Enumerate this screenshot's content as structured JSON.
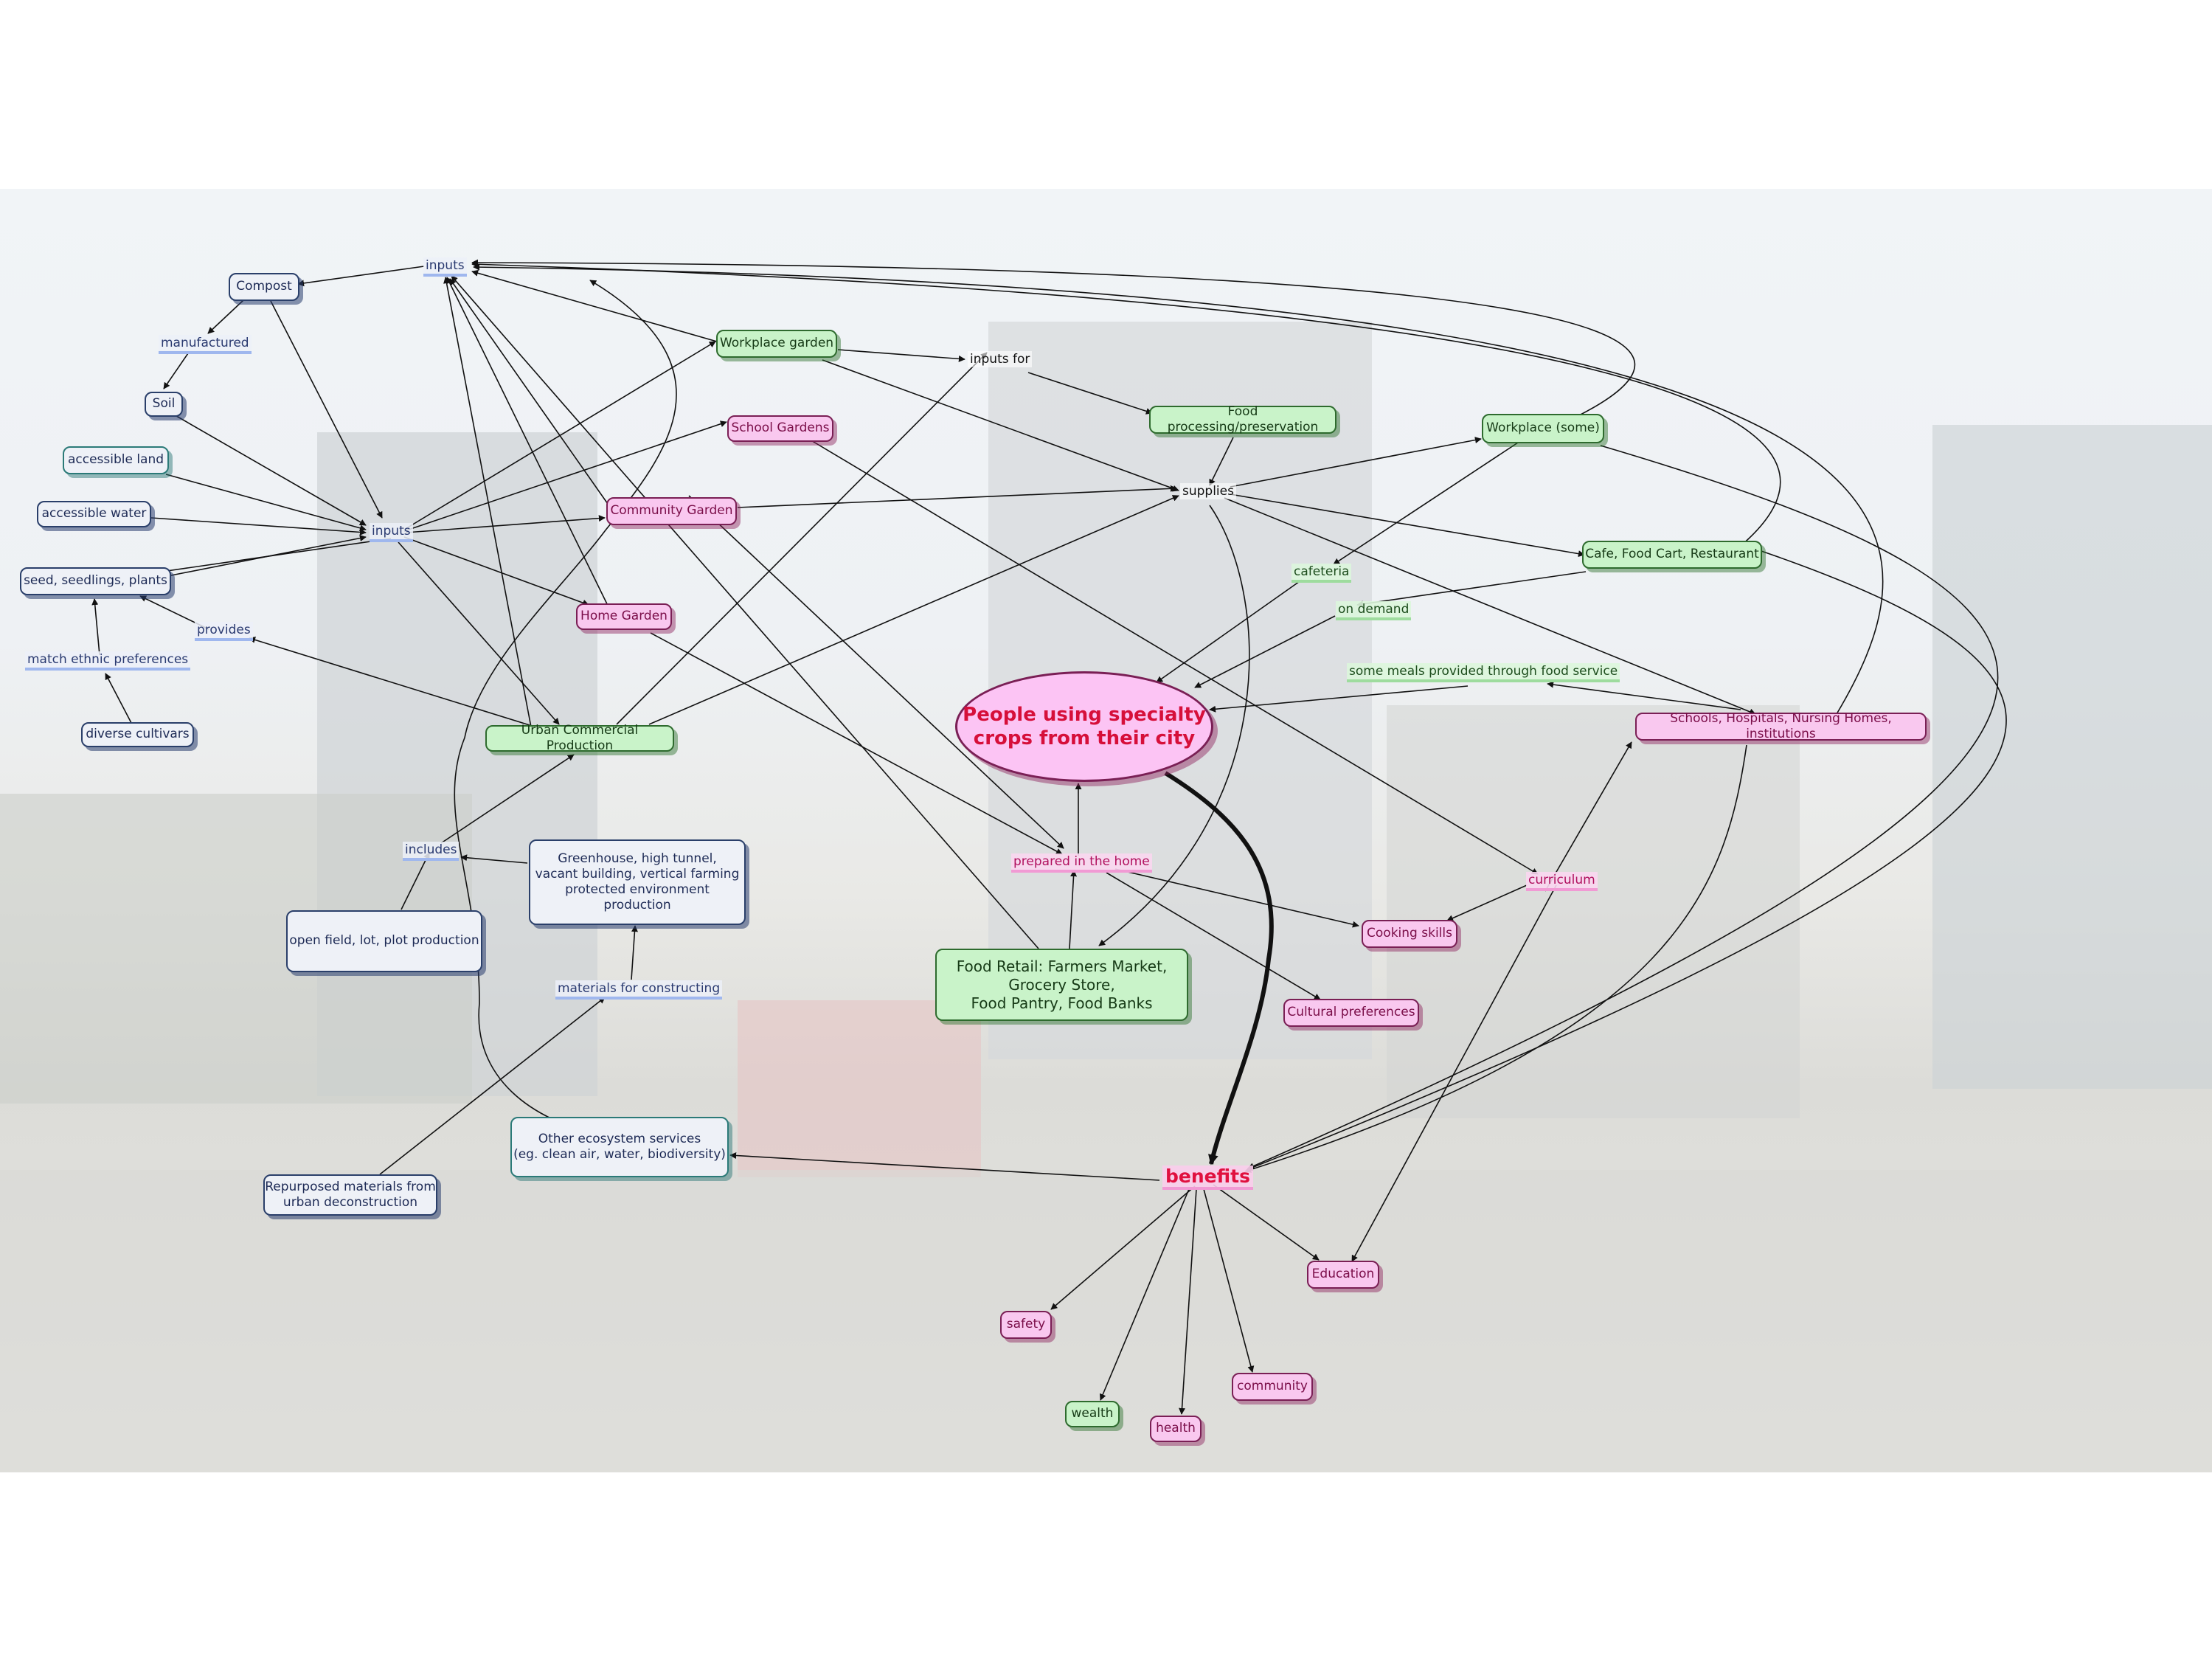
{
  "central_concept": "People using specialty\ncrops from their city",
  "benefits_label": "benefits",
  "nodes": {
    "compost": "Compost",
    "soil": "Soil",
    "accessible_land": "accessible land",
    "accessible_water": "accessible water",
    "seed": "seed, seedlings, plants",
    "diverse_cultivars": "diverse cultivars",
    "workplace_garden": "Workplace garden",
    "school_gardens": "School Gardens",
    "community_garden": "Community Garden",
    "home_garden": "Home Garden",
    "urban_commercial": "Urban Commercial Production",
    "greenhouse": "Greenhouse, high tunnel,\nvacant building, vertical farming\nprotected environment production",
    "open_field": "open field, lot, plot production",
    "repurposed": "Repurposed materials from\nurban deconstruction",
    "ecosystem": "Other ecosystem services\n(eg. clean air, water, biodiversity)",
    "food_processing": "Food processing/preservation",
    "workplace_some": "Workplace (some)",
    "cafe": "Cafe, Food Cart, Restaurant",
    "schools": "Schools, Hospitals, Nursing Homes, institutions",
    "food_retail": "Food Retail:  Farmers Market,\nGrocery Store,\nFood Pantry, Food Banks",
    "cooking": "Cooking skills",
    "cultural": "Cultural preferences",
    "education": "Education",
    "safety": "safety",
    "wealth": "wealth",
    "health": "health",
    "community": "community"
  },
  "links": {
    "inputs_top": "inputs",
    "inputs_mid": "inputs",
    "manufactured": "manufactured",
    "provides": "provides",
    "match_ethnic": "match ethnic preferences",
    "includes": "includes",
    "materials": "materials for constructing",
    "inputs_for": "inputs for",
    "supplies": "supplies",
    "cafeteria": "cafeteria",
    "on_demand": "on demand",
    "some_meals": "some meals provided through food service",
    "prepared": "prepared in the home",
    "curriculum": "curriculum"
  }
}
